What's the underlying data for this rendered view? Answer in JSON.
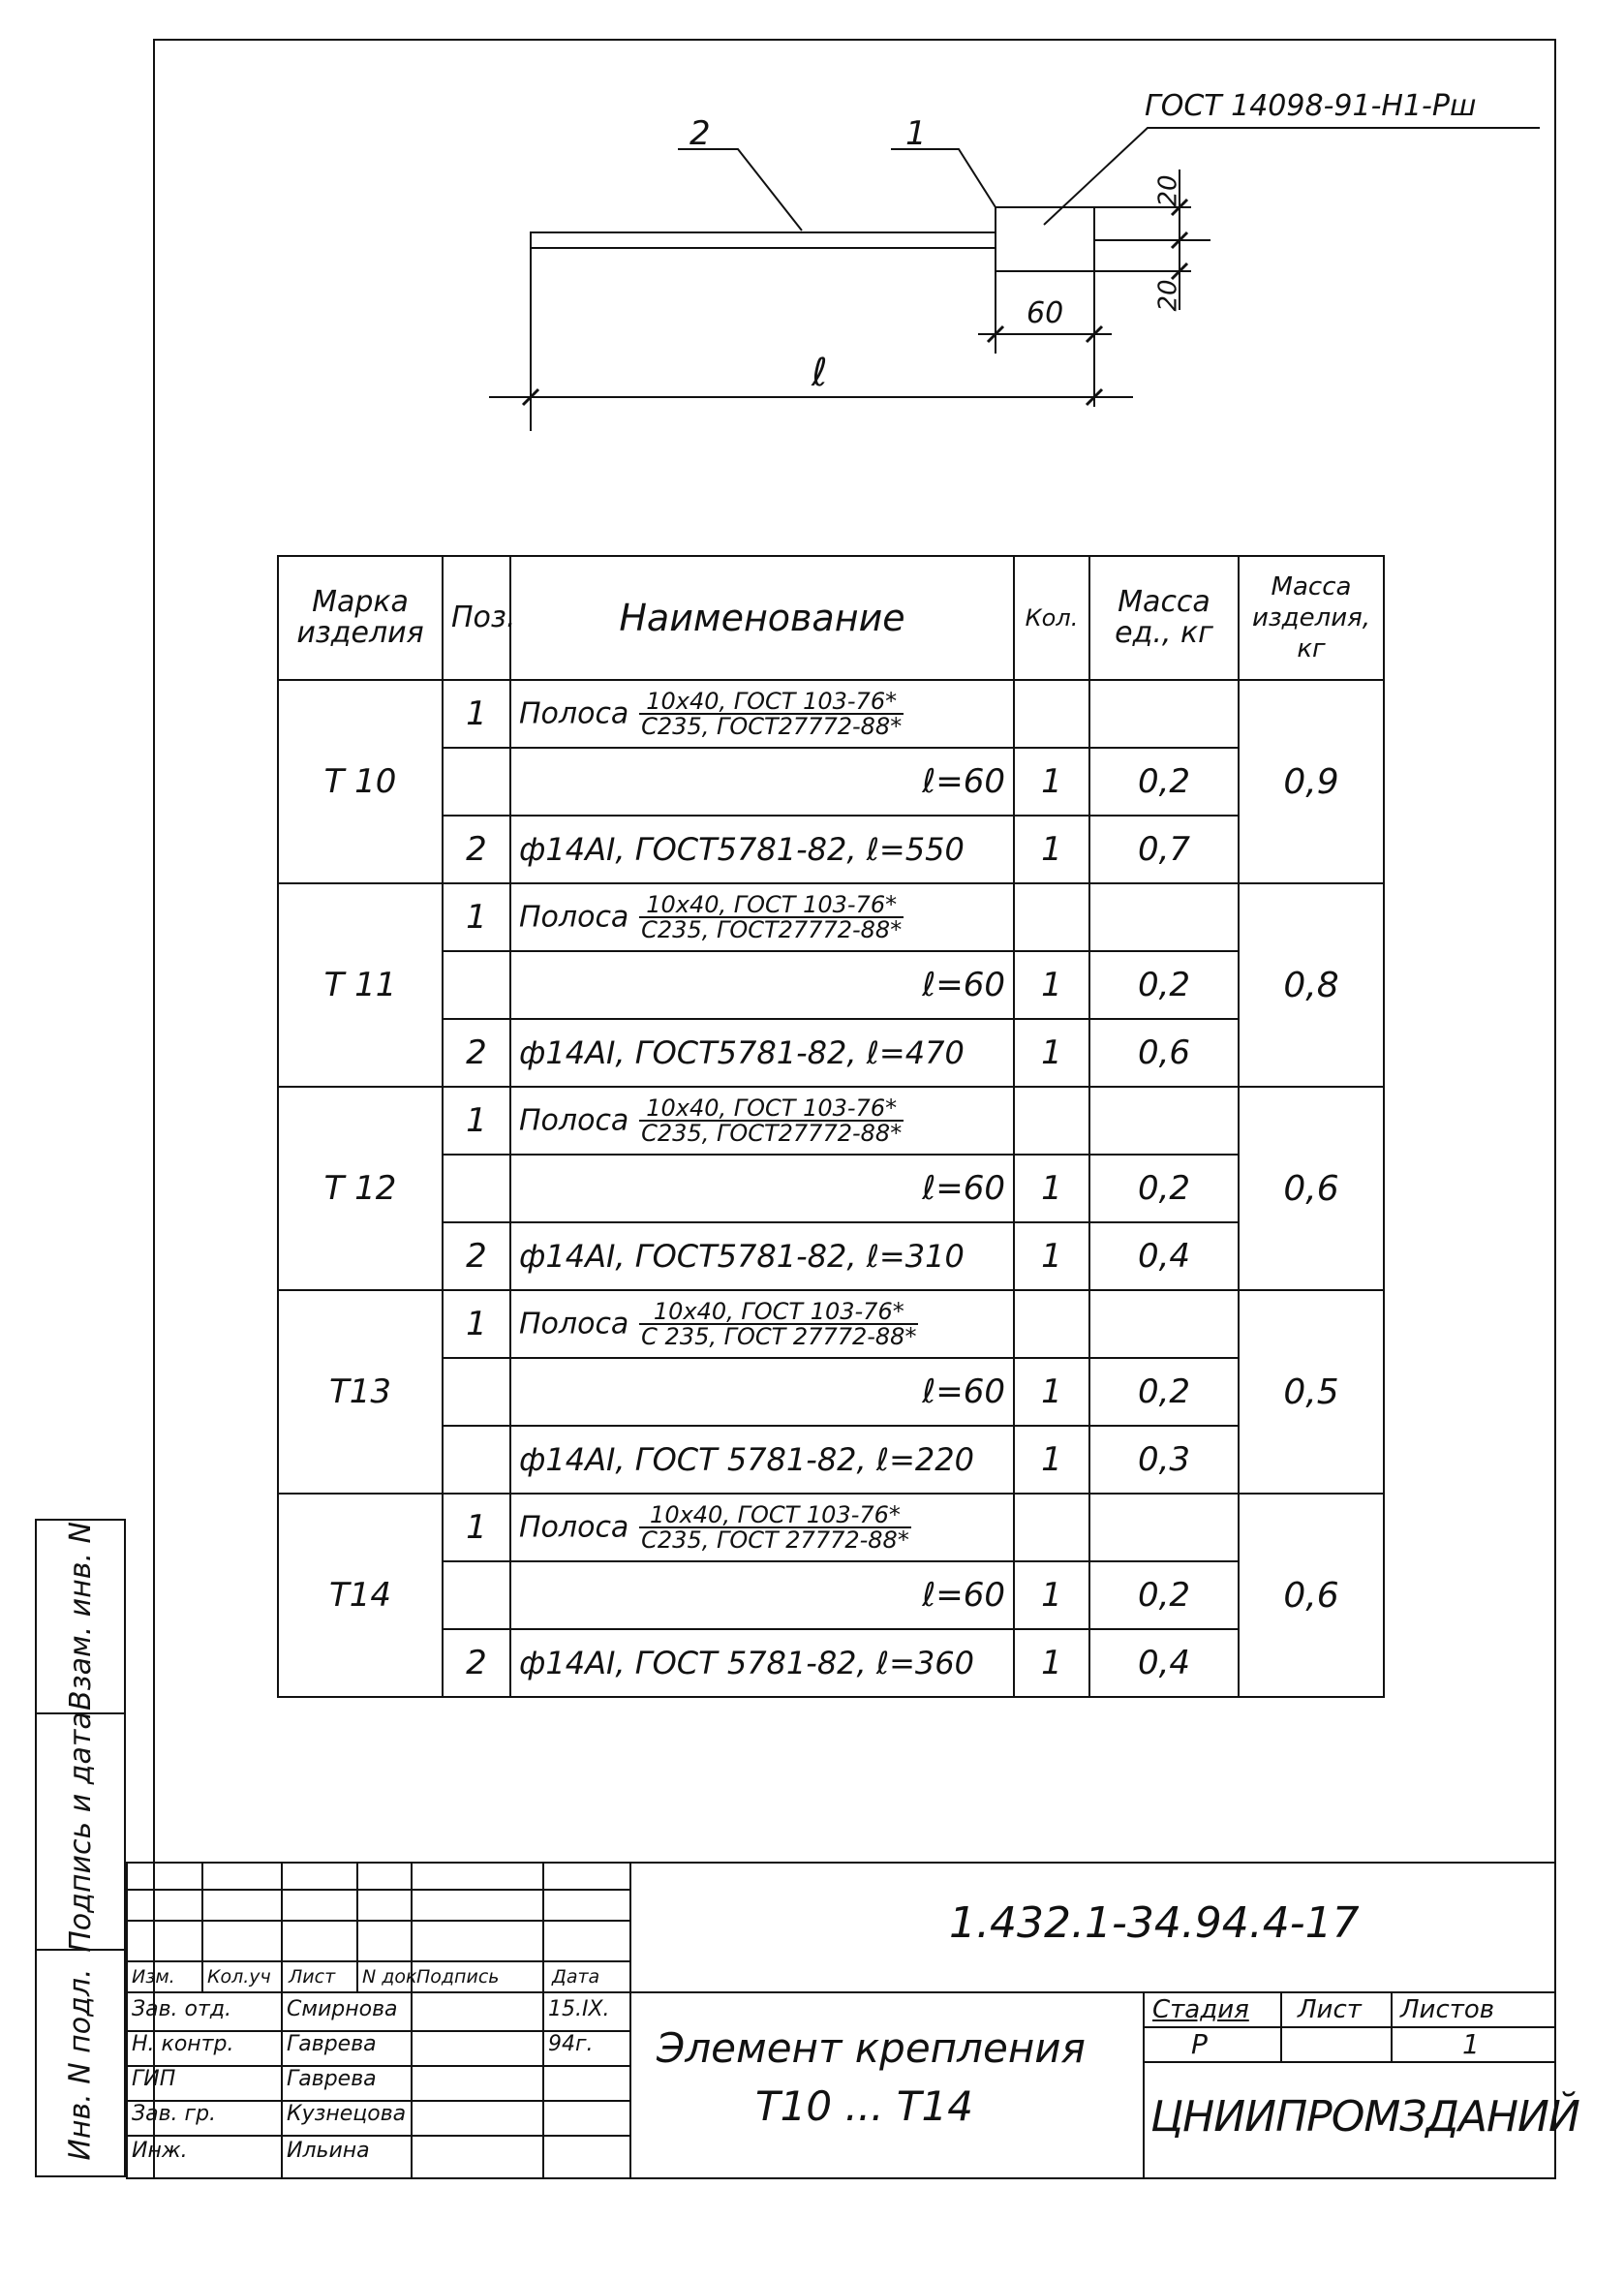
{
  "drawing": {
    "gost_callout": "ГОСТ 14098-91-Н1-Рш",
    "pos1_label": "1",
    "pos2_label": "2",
    "dim_60": "60",
    "dim_20_top": "20",
    "dim_20_bottom": "20",
    "dim_length": "ℓ"
  },
  "spec_table": {
    "headers": {
      "mark": "Марка изделия",
      "pos": "Поз.",
      "name": "Наименование",
      "qty": "Кол.",
      "unit_mass": "Масса ед., кг",
      "item_mass": "Масса изделия, кг"
    },
    "items": [
      {
        "mark": "Т 10",
        "mass": "0,9",
        "strip": {
          "pos": "1",
          "prefix": "Полоса",
          "num": "10х40, ГОСТ 103-76*",
          "den": "С235, ГОСТ27772-88*",
          "length": "ℓ=60",
          "qty": "1",
          "unit_mass": "0,2"
        },
        "rod": {
          "pos": "2",
          "name": "ф14АI, ГОСТ5781-82, ℓ=550",
          "qty": "1",
          "unit_mass": "0,7"
        }
      },
      {
        "mark": "Т 11",
        "mass": "0,8",
        "strip": {
          "pos": "1",
          "prefix": "Полоса",
          "num": "10х40, ГОСТ 103-76*",
          "den": "С235, ГОСТ27772-88*",
          "length": "ℓ=60",
          "qty": "1",
          "unit_mass": "0,2"
        },
        "rod": {
          "pos": "2",
          "name": "ф14АI, ГОСТ5781-82, ℓ=470",
          "qty": "1",
          "unit_mass": "0,6"
        }
      },
      {
        "mark": "Т 12",
        "mass": "0,6",
        "strip": {
          "pos": "1",
          "prefix": "Полоса",
          "num": "10х40, ГОСТ 103-76*",
          "den": "С235, ГОСТ27772-88*",
          "length": "ℓ=60",
          "qty": "1",
          "unit_mass": "0,2"
        },
        "rod": {
          "pos": "2",
          "name": "ф14АI, ГОСТ5781-82, ℓ=310",
          "qty": "1",
          "unit_mass": "0,4"
        }
      },
      {
        "mark": "Т13",
        "mass": "0,5",
        "strip": {
          "pos": "1",
          "prefix": "Полоса",
          "num": "10х40, ГОСТ 103-76*",
          "den": "С 235, ГОСТ 27772-88*",
          "length": "ℓ=60",
          "qty": "1",
          "unit_mass": "0,2"
        },
        "rod": {
          "pos": "",
          "name": "ф14АI, ГОСТ 5781-82, ℓ=220",
          "qty": "1",
          "unit_mass": "0,3"
        }
      },
      {
        "mark": "Т14",
        "mass": "0,6",
        "strip": {
          "pos": "1",
          "prefix": "Полоса",
          "num": "10х40, ГОСТ 103-76*",
          "den": "С235, ГОСТ 27772-88*",
          "length": "ℓ=60",
          "qty": "1",
          "unit_mass": "0,2"
        },
        "rod": {
          "pos": "2",
          "name": "ф14АI, ГОСТ 5781-82, ℓ=360",
          "qty": "1",
          "unit_mass": "0,4"
        }
      }
    ]
  },
  "title_block": {
    "doc_code": "1.432.1-34.94.4-17",
    "title_line1": "Элемент крепления",
    "title_line2": "Т10 ... Т14",
    "org": "ЦНИИПРОМЗДАНИЙ",
    "stage_label": "Стадия",
    "sheet_label": "Лист",
    "sheets_label": "Листов",
    "stage_value": "Р",
    "sheets_value": "1",
    "col_headers": [
      "Изм.",
      "Кол.уч",
      "Лист",
      "N док",
      "Подпись",
      "Дата"
    ],
    "roles": [
      {
        "role": "Зав. отд.",
        "name": "Смирнова",
        "sign": "",
        "date": "15.IX."
      },
      {
        "role": "Н. контр.",
        "name": "Гаврева",
        "sign": "",
        "date": "94г."
      },
      {
        "role": "ГИП",
        "name": "Гаврева",
        "sign": "",
        "date": ""
      },
      {
        "role": "Зав. гр.",
        "name": "Кузнецова",
        "sign": "",
        "date": ""
      },
      {
        "role": "Инж.",
        "name": "Ильина",
        "sign": "",
        "date": ""
      }
    ]
  },
  "side_stamps": {
    "inv_orig": "Инв. N подл.",
    "sign_date": "Подпись и дата",
    "replace_inv": "Взам. инв. N"
  }
}
